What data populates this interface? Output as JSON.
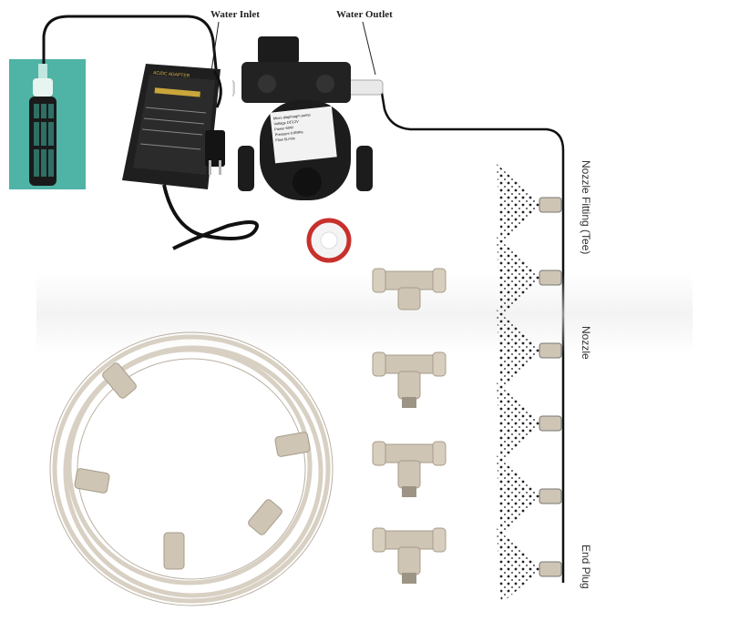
{
  "labels": {
    "water_inlet": "Water Inlet",
    "water_outlet": "Water Outlet",
    "nozzle_fitting": "Nozzle Fitting (Tee)",
    "nozzle": "Nozzle",
    "end_plug": "End Plug"
  },
  "product_text": {
    "adapter_title": "AC/DC ADAPTER",
    "pump_brand": "Micro diaphragm pump",
    "spec_rows": [
      "Voltage  DC12V",
      "Power  60W",
      "Pressure  0.8MPa",
      "Flow  5L/min"
    ]
  },
  "colors": {
    "tank_water": "#4fb3a5",
    "tubing": "#d8d0c3",
    "fitting": "#cfc5b4",
    "pump_body": "#1c1c1c",
    "line": "#111111"
  },
  "icons": [
    "water-tank-icon",
    "strainer-icon",
    "power-adapter-icon",
    "pump-icon",
    "tape-icon",
    "tee-fitting-icon",
    "nozzle-icon",
    "tubing-coil-icon"
  ]
}
